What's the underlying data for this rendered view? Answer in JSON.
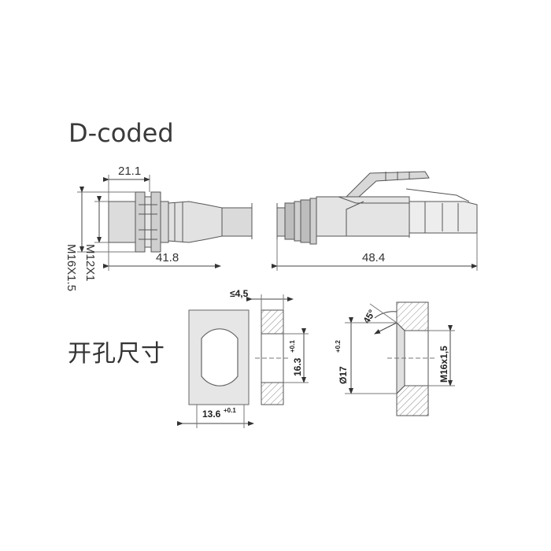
{
  "title": "D-coded",
  "cutout_title": "开孔尺寸",
  "dimensions": {
    "connector_front": "21.1",
    "connector_length": "41.8",
    "plug_length": "48.4",
    "thread_m12": "M12X1",
    "thread_m16": "M16X1.5",
    "wall_thickness": "≤4,5",
    "hole_width": "13.6",
    "hole_width_tol": "+0.1",
    "hole_height": "16.3",
    "hole_height_tol": "+0.1",
    "bore_diameter": "Ø17",
    "bore_diameter_tol": "+0.2",
    "angle": "45°",
    "thread_size": "M16x1,5"
  },
  "colors": {
    "line": "#555555",
    "fill_light": "#e9e9e9",
    "fill_mid": "#cfcfcf",
    "fill_dark": "#9a9a9a"
  }
}
